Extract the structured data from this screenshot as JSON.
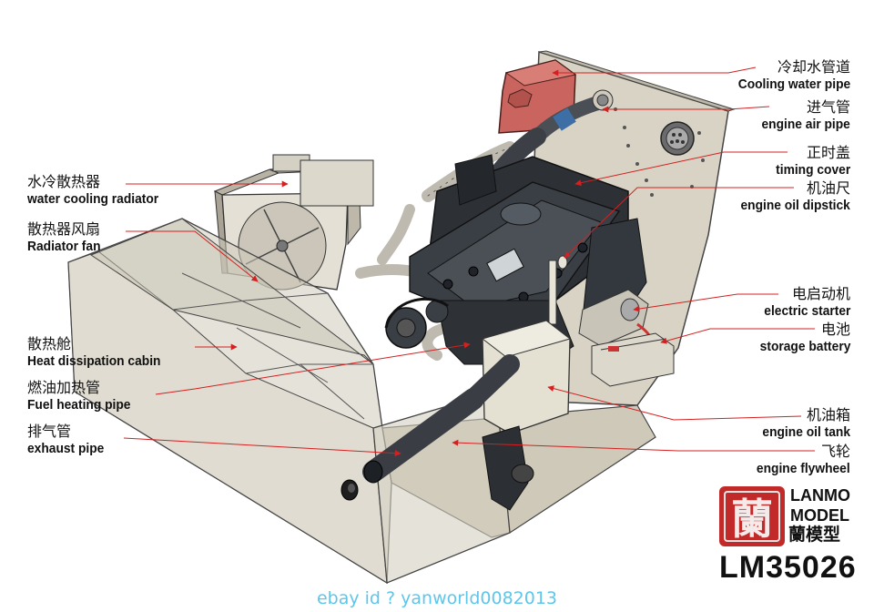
{
  "labels_left": [
    {
      "id": "water-cooling-radiator",
      "cn": "水冷散热器",
      "en": "water cooling radiator"
    },
    {
      "id": "radiator-fan",
      "cn": "散热器风扇",
      "en": "Radiator fan"
    },
    {
      "id": "heat-dissipation-cabin",
      "cn": "散热舱",
      "en": "Heat dissipation cabin"
    },
    {
      "id": "fuel-heating-pipe",
      "cn": "燃油加热管",
      "en": "Fuel heating pipe"
    },
    {
      "id": "exhaust-pipe",
      "cn": "排气管",
      "en": "exhaust pipe"
    }
  ],
  "labels_right": [
    {
      "id": "cooling-water-pipe",
      "cn": "冷却水管道",
      "en": "Cooling water pipe"
    },
    {
      "id": "engine-air-pipe",
      "cn": "进气管",
      "en": "engine air pipe"
    },
    {
      "id": "timing-cover",
      "cn": "正时盖",
      "en": "timing cover"
    },
    {
      "id": "engine-oil-dipstick",
      "cn": "机油尺",
      "en": "engine oil dipstick"
    },
    {
      "id": "electric-starter",
      "cn": "电启动机",
      "en": "electric starter"
    },
    {
      "id": "storage-battery",
      "cn": "电池",
      "en": "storage battery"
    },
    {
      "id": "engine-oil-tank",
      "cn": "机油箱",
      "en": "engine oil tank"
    },
    {
      "id": "engine-flywheel",
      "cn": "飞轮",
      "en": "engine flywheel"
    }
  ],
  "brand": {
    "name_line1": "LANMO",
    "name_line2": "MODEL",
    "name_cn": "蘭模型",
    "logo_glyph": "蘭",
    "code": "LM35026"
  },
  "watermark": "ebay id ? yanworld0082013",
  "colors": {
    "leader": "#d42020",
    "seal": "#c22a2a",
    "watermark": "#5ec6ea",
    "panel": "#d8d3c4"
  }
}
